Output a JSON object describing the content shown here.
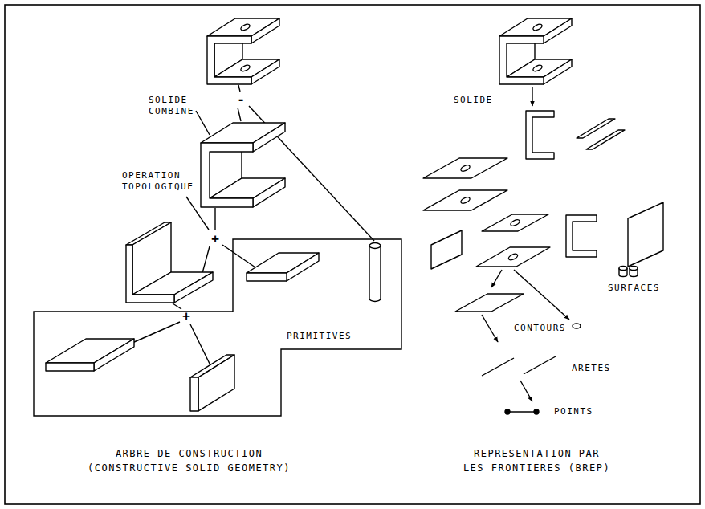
{
  "diagram": {
    "nodes": [
      {
        "text": [
          "PRIMITIVES"
        ]
      }
    ],
    "labels": [
      "SOLIDE COMBINE",
      "OPERATION TOPOLOGIQUE",
      "-",
      "+",
      "+",
      "ARBRE DE CONSTRUCTION (CONSTRUCTIVE SOLID GEOMETRY)",
      "SOLIDE",
      "SURFACES",
      "CONTOURS",
      "ARETES",
      "POINTS",
      "REPRESENTATION PAR LES FRONTIERES (BREP)"
    ]
  }
}
